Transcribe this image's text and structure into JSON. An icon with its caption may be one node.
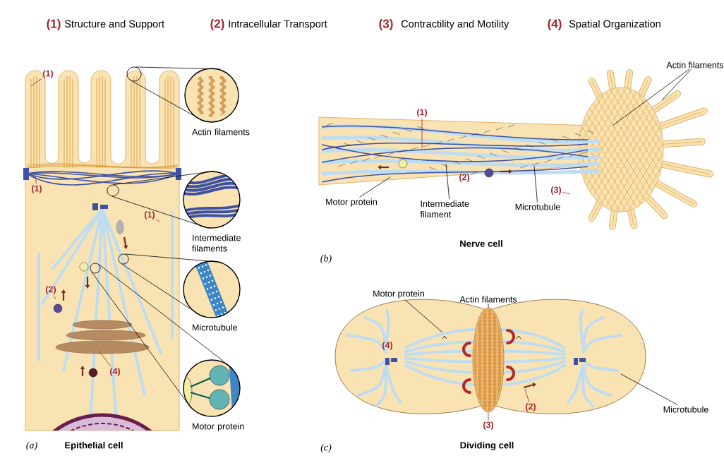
{
  "diagram": {
    "nodes": [
      {
        "text": [
          "Actin filaments"
        ]
      },
      {
        "text": [],
        "shape": "circle"
      },
      {
        "text": [
          "Intermediate filaments"
        ]
      },
      {
        "text": [],
        "shape": "circle"
      },
      {
        "text": [
          "Microtubule"
        ]
      },
      {
        "text": [],
        "shape": "circle"
      },
      {
        "text": [
          "Motor protein"
        ]
      },
      {
        "text": [],
        "shape": "circle"
      },
      {
        "text": [
          "(1)"
        ]
      },
      {
        "text": [
          "(1)"
        ]
      },
      {
        "text": [
          "(1)"
        ]
      },
      {
        "text": [
          "(2)"
        ]
      },
      {
        "text": [
          "(4)"
        ]
      },
      {
        "text": [
          "(1)"
        ]
      },
      {
        "text": [
          "(2)"
        ]
      },
      {
        "text": [
          "(3)"
        ]
      },
      {
        "text": [
          "Motor protein"
        ]
      },
      {
        "text": [
          "Intermediate filament"
        ]
      },
      {
        "text": [
          "Microtubule"
        ]
      },
      {
        "text": [
          "Actin filaments"
        ]
      },
      {
        "text": [
          "Motor protein"
        ]
      },
      {
        "text": [
          "Actin filaments"
        ]
      },
      {
        "text": [
          "(3)"
        ]
      },
      {
        "text": [
          "(2)"
        ]
      },
      {
        "text": [
          "Microtubule"
        ]
      },
      {
        "text": [],
        "shape": "picture"
      }
    ],
    "edges": [
      {
        "from": 1,
        "to": 0,
        "arrow": "none"
      },
      {
        "from": 1,
        "to": 0,
        "arrow": "none"
      },
      {
        "from": 3,
        "to": 2,
        "arrow": "none"
      },
      {
        "from": 3,
        "to": 2,
        "arrow": "none"
      },
      {
        "from": 5,
        "to": 4,
        "arrow": "none"
      },
      {
        "from": 5,
        "to": 4,
        "arrow": "none"
      },
      {
        "from": 7,
        "to": 6,
        "arrow": "none"
      },
      {
        "from": 7,
        "to": 6,
        "arrow": "none"
      },
      {
        "from": 8,
        "to": null,
        "arrow": "none",
        "color": "#a3232e"
      },
      {
        "from": 9,
        "to": null,
        "arrow": "none",
        "color": "#a3232e"
      },
      {
        "from": 10,
        "to": null,
        "arrow": "none",
        "color": "#a3232e"
      },
      {
        "from": 11,
        "to": null,
        "arrow": "none",
        "color": "#a3232e"
      },
      {
        "from": 12,
        "to": null,
        "arrow": "none",
        "color": "#a3232e"
      },
      {
        "from": 13,
        "to": null,
        "arrow": "none",
        "color": "#a3232e"
      },
      {
        "from": 14,
        "to": null,
        "arrow": "none",
        "color": "#a3232e"
      },
      {
        "from": 15,
        "to": null,
        "arrow": "none",
        "color": "#a3232e"
      },
      {
        "from": 16,
        "to": null,
        "arrow": "none"
      },
      {
        "from": 17,
        "to": null,
        "arrow": "none"
      },
      {
        "from": 18,
        "to": null,
        "arrow": "none"
      },
      {
        "from": 19,
        "to": null,
        "arrow": "none"
      },
      {
        "from": 19,
        "to": null,
        "arrow": "none"
      },
      {
        "from": 20,
        "to": null,
        "arrow": "none"
      },
      {
        "from": 21,
        "to": 25,
        "arrow": "none"
      },
      {
        "from": 22,
        "to": 25,
        "arrow": "none",
        "color": "#a3232e"
      },
      {
        "from": 23,
        "to": null,
        "arrow": "none",
        "color": "#a3232e"
      },
      {
        "from": 24,
        "to": null,
        "arrow": "none"
      }
    ],
    "labels": [
      "(1)",
      "Structure and Support",
      "(2)",
      "Intracellular Transport",
      "(3)",
      "Contractility and Motility",
      "(4)",
      "Spatial Organization",
      "(b)",
      "Nerve cell",
      "(4)",
      "(a)",
      "Epithelial cell",
      "(c)",
      "Dividing cell"
    ]
  }
}
